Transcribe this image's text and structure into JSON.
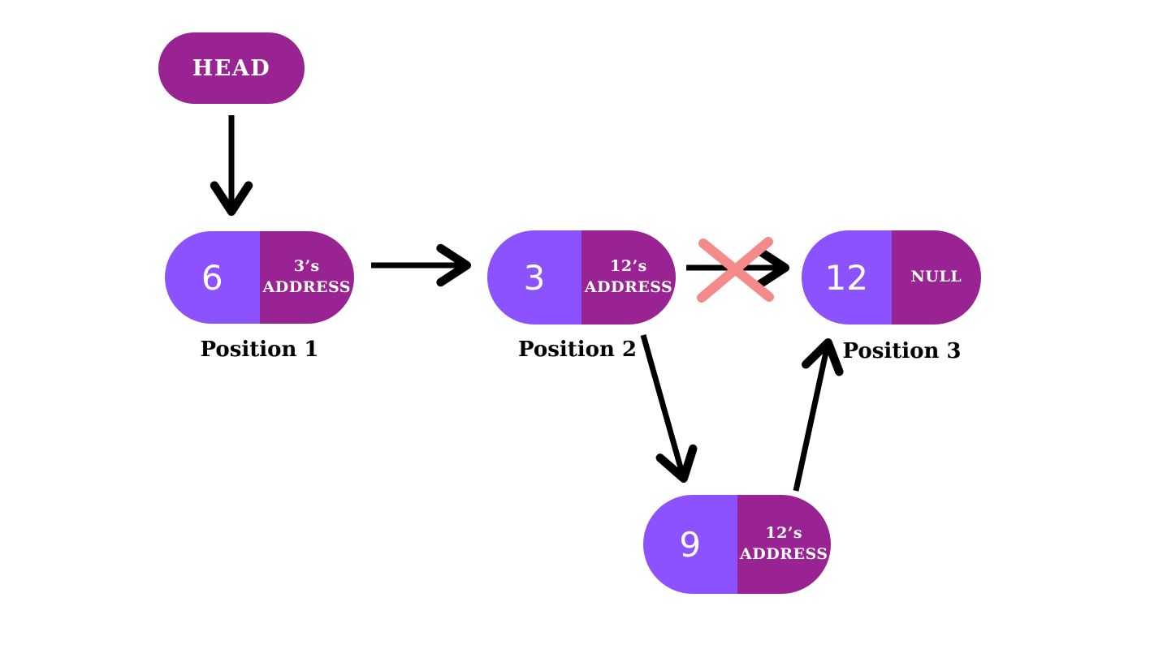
{
  "head": {
    "label": "HEAD"
  },
  "nodes": [
    {
      "value": "6",
      "pointer_line1": "3’s",
      "pointer_line2": "ADDRESS",
      "position_label": "Position 1"
    },
    {
      "value": "3",
      "pointer_line1": "12’s",
      "pointer_line2": "ADDRESS",
      "position_label": "Position 2"
    },
    {
      "value": "12",
      "pointer_line1": "NULL",
      "pointer_line2": "",
      "position_label": "Position 3"
    },
    {
      "value": "9",
      "pointer_line1": "12’s",
      "pointer_line2": "ADDRESS",
      "position_label": ""
    }
  ],
  "edges": [
    {
      "from": "HEAD",
      "to": "node 6 (Position 1)",
      "status": "active"
    },
    {
      "from": "node 6",
      "to": "node 3 (Position 2)",
      "status": "active"
    },
    {
      "from": "node 3",
      "to": "node 12 (Position 3)",
      "status": "crossed-out"
    },
    {
      "from": "node 3",
      "to": "new node 9",
      "status": "active"
    },
    {
      "from": "new node 9",
      "to": "node 12 (Position 3)",
      "status": "active"
    }
  ],
  "colors": {
    "value_cell": "#8C52FF",
    "pointer_cell": "#9A2393",
    "arrow": "#000000",
    "cross": "#F48A8A",
    "node_text": "#FFFFFF",
    "label_text": "#000000",
    "background": "#FFFFFF"
  }
}
